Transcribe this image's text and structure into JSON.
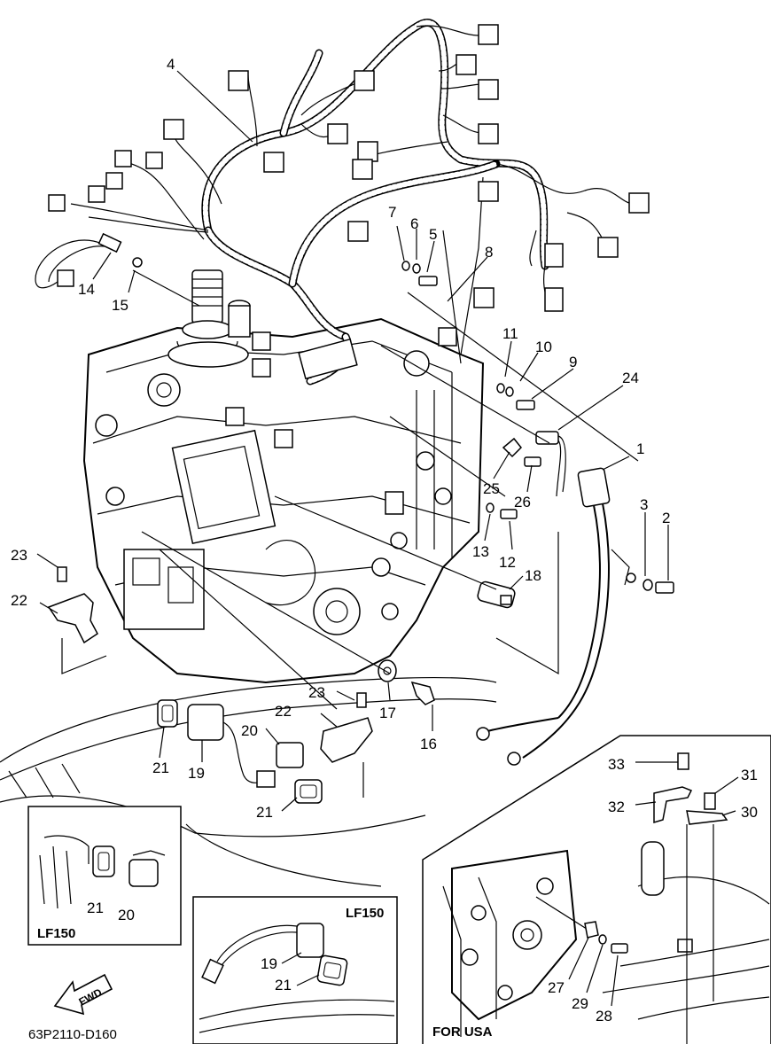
{
  "diagram": {
    "code": "63P2110-D160",
    "callouts": [
      "1",
      "2",
      "3",
      "4",
      "5",
      "6",
      "7",
      "8",
      "9",
      "10",
      "11",
      "12",
      "13",
      "14",
      "15",
      "16",
      "17",
      "18",
      "19",
      "20",
      "21",
      "22",
      "23",
      "24",
      "25",
      "26",
      "27",
      "28",
      "29",
      "30",
      "31",
      "32",
      "33"
    ],
    "insets": {
      "lf150_left": {
        "title": "LF150",
        "parts": [
          "21",
          "20"
        ]
      },
      "lf150_center": {
        "title": "LF150",
        "parts": [
          "19",
          "21"
        ]
      },
      "for_usa": {
        "title": "FOR USA",
        "parts": [
          "27",
          "28",
          "29",
          "30",
          "31",
          "32",
          "33"
        ]
      }
    },
    "fwd_label": "FWD"
  }
}
